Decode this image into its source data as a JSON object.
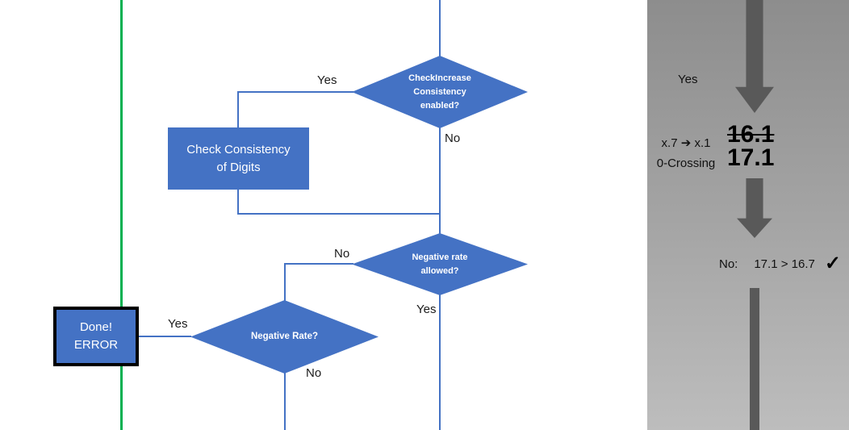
{
  "colors": {
    "shape_blue": "#4472C4",
    "connector_blue": "#4472C4",
    "green_line": "#00B050",
    "arrow_gray": "#595959",
    "panel_gradient_top": "#8D8D8D",
    "panel_gradient_bottom": "#BDBDBD"
  },
  "flowchart": {
    "decision_check_increase": {
      "label": "CheckIncrease\nConsistency\nenabled?",
      "yes_label": "Yes",
      "no_label": "No"
    },
    "process_check_consistency": {
      "label": "Check Consistency\nof Digits"
    },
    "decision_negative_rate_allowed": {
      "label": "Negative rate\nallowed?",
      "no_label": "No",
      "yes_label": "Yes"
    },
    "decision_negative_rate": {
      "label": "Negative Rate?",
      "yes_label": "Yes",
      "no_label": "No"
    },
    "terminator_done_error": {
      "label": "Done!\nERROR"
    }
  },
  "side_panel": {
    "yes_label": "Yes",
    "annotation": "x.7 ➔ x.1\n0-Crossing",
    "value_crossed_out": "16.1",
    "value_current": "17.1",
    "no_label": "No:",
    "comparison": "17.1 > 16.7",
    "checkmark": "✓"
  }
}
